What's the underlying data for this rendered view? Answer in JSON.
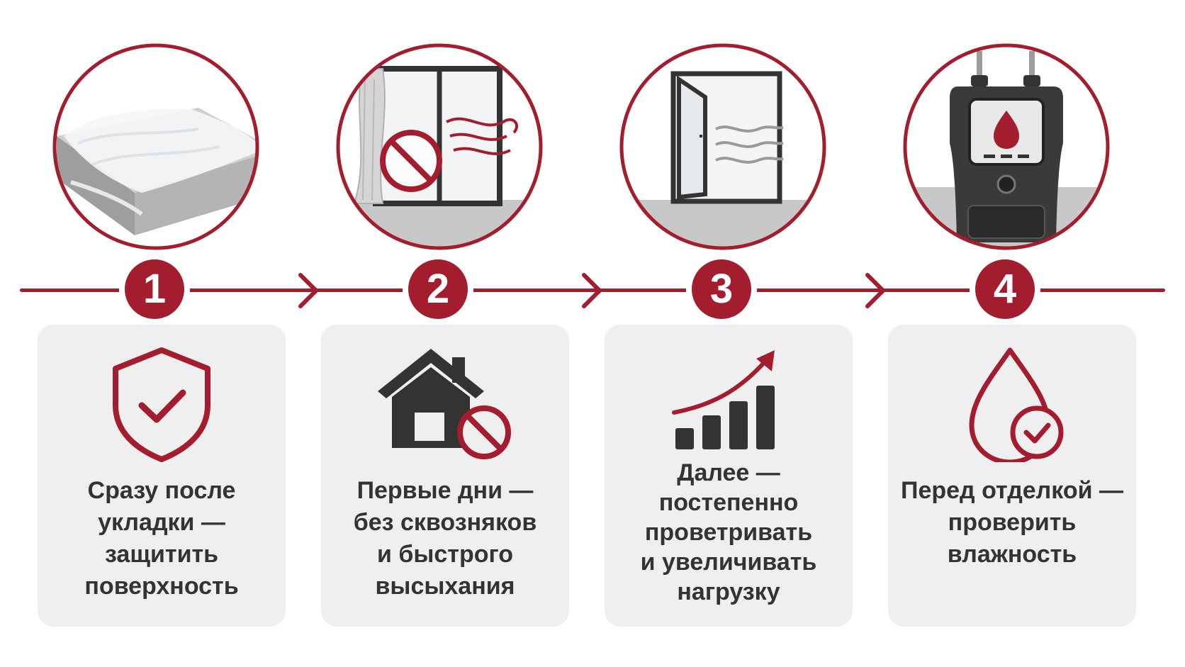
{
  "accent_color": "#a31d2e",
  "dark_color": "#333333",
  "steps": [
    {
      "number": "1",
      "photo_icon": "covered-concrete-slab-icon",
      "card_icon": "shield-check-icon",
      "lines": [
        "Сразу после",
        "укладки —",
        "защитить",
        "поверхность"
      ]
    },
    {
      "number": "2",
      "photo_icon": "window-no-draft-icon",
      "card_icon": "house-prohibited-icon",
      "lines": [
        "Первые дни —",
        "без сквозняков",
        "и быстрого",
        "высыхания"
      ]
    },
    {
      "number": "3",
      "photo_icon": "open-window-ventilation-icon",
      "card_icon": "growth-chart-icon",
      "lines": [
        "Далее —",
        "постепенно",
        "проветривать",
        "и увеличивать",
        "нагрузку"
      ]
    },
    {
      "number": "4",
      "photo_icon": "moisture-meter-icon",
      "card_icon": "water-drop-check-icon",
      "lines": [
        "Перед отделкой —",
        "проверить",
        "влажность"
      ]
    }
  ]
}
